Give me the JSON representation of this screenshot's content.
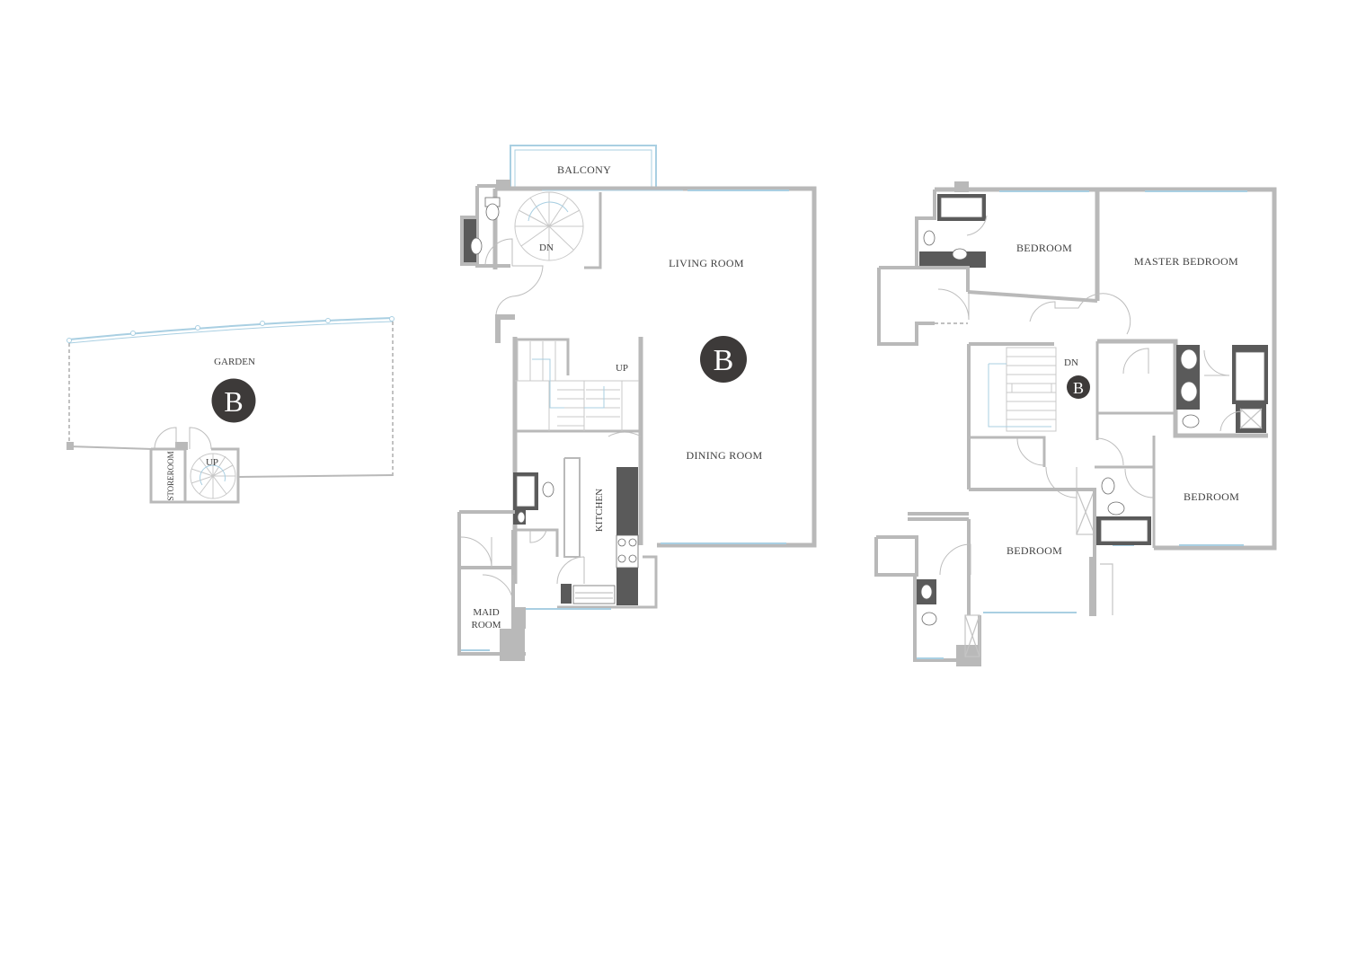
{
  "colors": {
    "wall": "#b9b9b9",
    "glazing": "#a9cfe2",
    "fixture": "#5a5a5a",
    "badge": "#3d3a39",
    "label": "#3f3f3f"
  },
  "plans": {
    "garden_level": {
      "rooms": {
        "garden": "GARDEN",
        "storeroom": "STOREROOM",
        "stair": "UP"
      },
      "unit_badge": "B"
    },
    "main_level": {
      "rooms": {
        "balcony": "BALCONY",
        "stair_down": "DN",
        "living_room": "LIVING ROOM",
        "stair_up": "UP",
        "dining_room": "DINING ROOM",
        "kitchen": "KITCHEN",
        "maid_room_line1": "MAID",
        "maid_room_line2": "ROOM"
      },
      "unit_badge": "B"
    },
    "upper_level": {
      "rooms": {
        "bedroom_1": "BEDROOM",
        "master_bedroom": "MASTER BEDROOM",
        "stair_down": "DN",
        "bedroom_2": "BEDROOM",
        "bedroom_3": "BEDROOM"
      },
      "unit_badge": "B"
    }
  }
}
